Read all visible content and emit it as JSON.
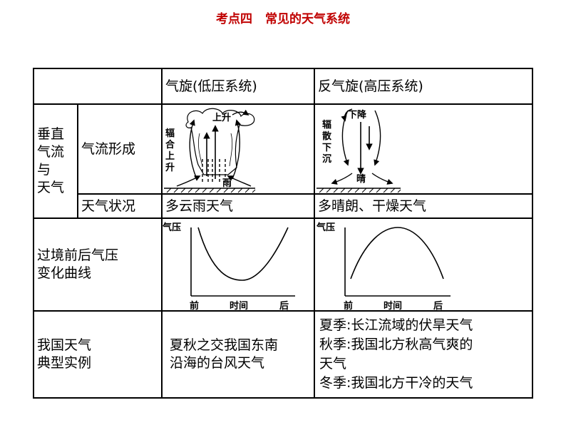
{
  "title": {
    "part1": "考点四",
    "part2": "常见的天气系统"
  },
  "header": {
    "cyclone": "气旋(低压系统)",
    "anticyclone": "反气旋(高压系统)"
  },
  "rows": {
    "vertical_label": "垂直\n气流\n与\n天气",
    "airflow_label": "气流形成",
    "weather_label": "天气状况",
    "pressure_label": "过境前后气压\n变化曲线",
    "example_label": "我国天气\n典型实例"
  },
  "cyclone": {
    "diagram": {
      "up": "上升",
      "converge": "辐\n合\n上\n升",
      "rain": "雨"
    },
    "weather": "多云雨天气",
    "chart": {
      "ylabel": "气压",
      "x_before": "前",
      "x_time": "时间",
      "x_after": "后"
    },
    "example": "夏秋之交我国东南\n沿海的台风天气"
  },
  "anticyclone": {
    "diagram": {
      "down": "下降",
      "diverge": "辐\n散\n下\n沉",
      "sunny": "晴"
    },
    "weather": "多晴朗、干燥天气",
    "chart": {
      "ylabel": "气压",
      "x_before": "前",
      "x_time": "时间",
      "x_after": "后"
    },
    "examples": [
      "夏季:长江流域的伏旱天气",
      "秋季:我国北方秋高气爽的",
      "天气",
      "冬季:我国北方干冷的天气"
    ]
  },
  "chart_data": [
    {
      "type": "line",
      "ylabel": "气压",
      "xlabel": "时间",
      "categories": [
        "前",
        "时间",
        "后"
      ],
      "shape": "U-shaped: pressure falls then rises as cyclone passes",
      "grid": false
    },
    {
      "type": "line",
      "ylabel": "气压",
      "xlabel": "时间",
      "categories": [
        "前",
        "时间",
        "后"
      ],
      "shape": "inverted U: pressure rises then falls as anticyclone passes",
      "grid": false
    }
  ]
}
